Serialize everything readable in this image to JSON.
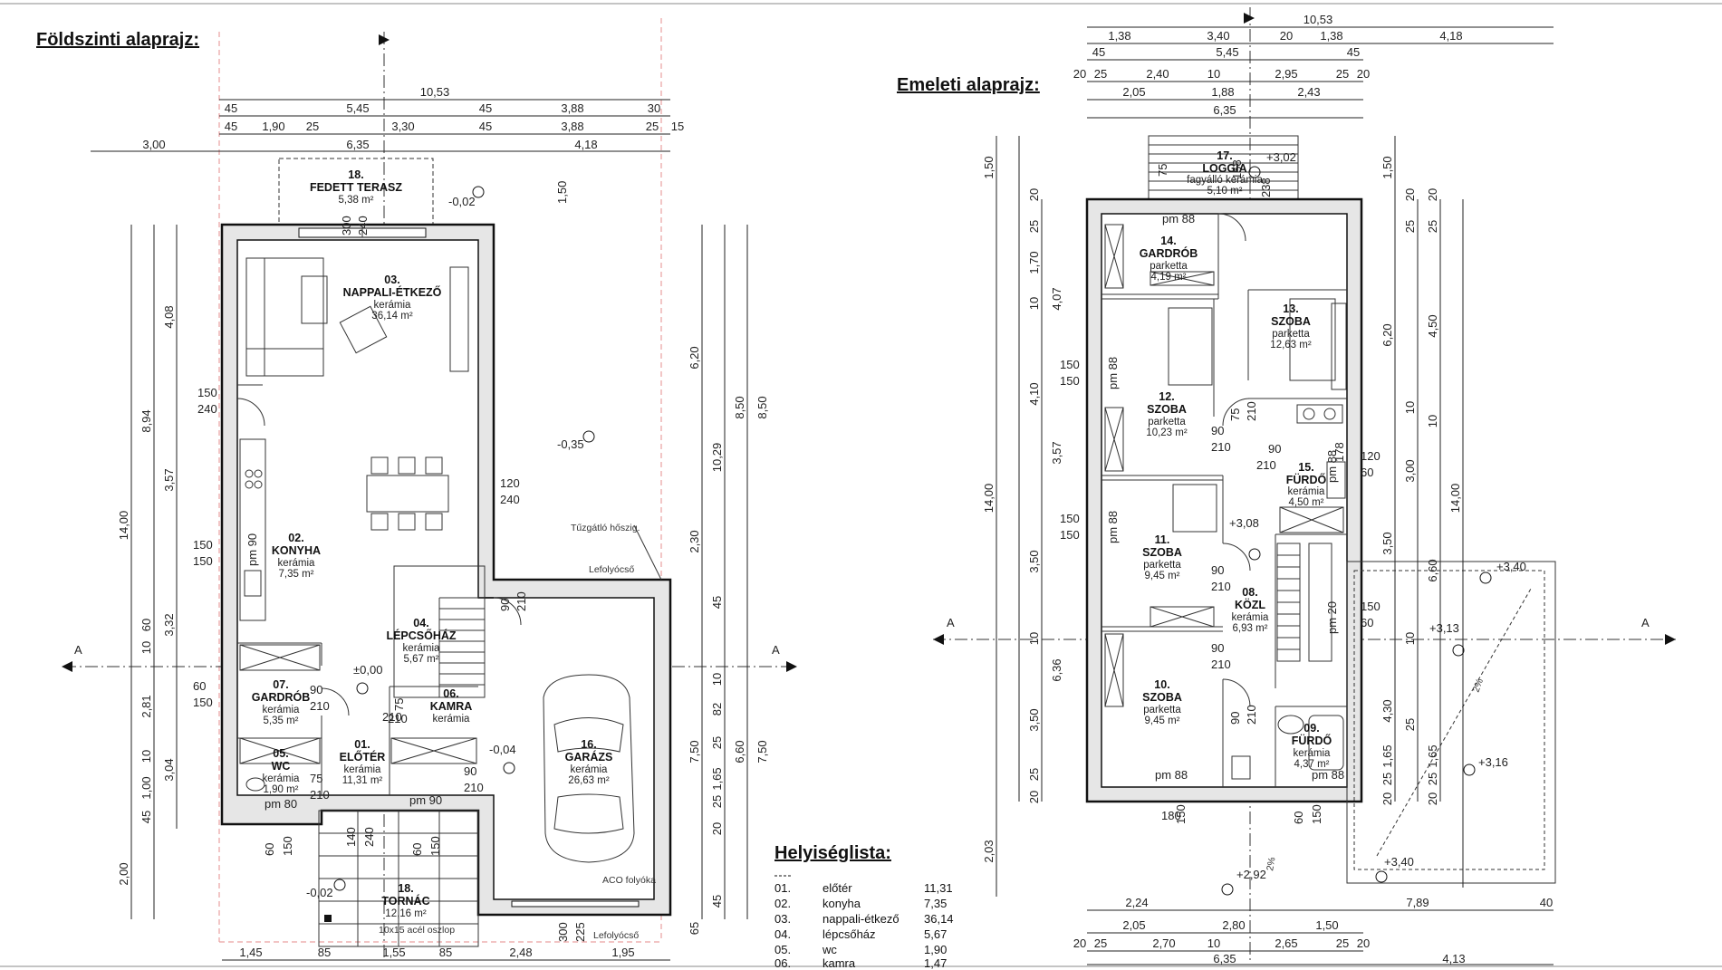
{
  "titles": {
    "ground": "Földszinti alaprajz:",
    "upper": "Emeleti alaprajz:",
    "list": "Helyiséglista:"
  },
  "section_marks": [
    "A",
    "A",
    "A",
    "A"
  ],
  "notes": {
    "fire_wall": "Tűzgátló hőszig.",
    "downpipe_1": "Lefolyócső",
    "downpipe_2": "Lefolyócső",
    "aco": "ACO folyóka",
    "steel_column": "10x15 acél oszlop"
  },
  "ground_floor": {
    "rooms": [
      {
        "num": "18.",
        "name": "FEDETT TERASZ",
        "area": "5,38 m²"
      },
      {
        "num": "03.",
        "name": "NAPPALI-ÉTKEZŐ",
        "finish": "kerámia",
        "area": "36,14 m²"
      },
      {
        "num": "02.",
        "name": "KONYHA",
        "finish": "kerámia",
        "area": "7,35 m²"
      },
      {
        "num": "04.",
        "name": "LÉPCSŐHÁZ",
        "finish": "kerámia",
        "area": "5,67 m²"
      },
      {
        "num": "07.",
        "name": "GARDRÓB",
        "finish": "kerámia",
        "area": "5,35 m²"
      },
      {
        "num": "06.",
        "name": "KAMRA",
        "finish": "kerámia",
        "area": ""
      },
      {
        "num": "01.",
        "name": "ELŐTÉR",
        "finish": "kerámia",
        "area": "11,31 m²"
      },
      {
        "num": "05.",
        "name": "WC",
        "finish": "kerámia",
        "area": "1,90 m²"
      },
      {
        "num": "16.",
        "name": "GARÁZS",
        "finish": "kerámia",
        "area": "26,63 m²"
      },
      {
        "num": "18.",
        "name": "TORNÁC",
        "area": "12,16 m²"
      }
    ],
    "levels": [
      "-0,02",
      "±0,00",
      "-0,35",
      "-0,04",
      "-0,02"
    ],
    "top_dims": {
      "total": "10,53",
      "row1": [
        "45",
        "5,45",
        "45",
        "3,88",
        "30"
      ],
      "row2": [
        "45",
        "1,90",
        "25",
        "3,30",
        "45",
        "3,88",
        "25",
        "15"
      ],
      "row3": [
        "3,00",
        "6,35",
        "4,18"
      ]
    },
    "left_dims": [
      "14,00",
      "8,94",
      "4,08",
      "3,57",
      "3,32",
      "2,81",
      "3,04",
      "2,00",
      "60",
      "10",
      "10",
      "1,00",
      "45"
    ],
    "right_dims": [
      "6,20",
      "10,29",
      "8,50",
      "8,50",
      "2,30",
      "45",
      "10",
      "82",
      "7,50",
      "6,60",
      "7,50",
      "1,65",
      "25",
      "25",
      "20",
      "45",
      "65"
    ],
    "bottom_dims": [
      "1,45",
      "85",
      "1,55",
      "85",
      "2,48",
      "1,95"
    ],
    "door_dims": [
      "150",
      "240",
      "120",
      "240",
      "150",
      "150",
      "60",
      "150",
      "90",
      "210",
      "75",
      "210",
      "90",
      "210",
      "90",
      "210",
      "210",
      "pm 90",
      "pm 90",
      "pm 80",
      "60",
      "150",
      "140",
      "240",
      "60",
      "150",
      "300",
      "225",
      "1,50",
      "300",
      "240",
      "75",
      "210"
    ]
  },
  "upper_floor": {
    "rooms": [
      {
        "num": "17.",
        "name": "LOGGIA",
        "finish": "fagyálló kerámia",
        "area": "5,10 m²"
      },
      {
        "num": "14.",
        "name": "GARDRÓB",
        "finish": "parketta",
        "area": "4,19 m²"
      },
      {
        "num": "13.",
        "name": "SZOBA",
        "finish": "parketta",
        "area": "12,63 m²"
      },
      {
        "num": "12.",
        "name": "SZOBA",
        "finish": "parketta",
        "area": "10,23 m²"
      },
      {
        "num": "15.",
        "name": "FÜRDŐ",
        "finish": "kerámia",
        "area": "4,50 m²"
      },
      {
        "num": "11.",
        "name": "SZOBA",
        "finish": "parketta",
        "area": "9,45 m²"
      },
      {
        "num": "08.",
        "name": "KÖZL",
        "finish": "kerámia",
        "area": "6,93 m²"
      },
      {
        "num": "10.",
        "name": "SZOBA",
        "finish": "parketta",
        "area": "9,45 m²"
      },
      {
        "num": "09.",
        "name": "FÜRDŐ",
        "finish": "kerámia",
        "area": "4,37 m²"
      }
    ],
    "levels": [
      "+3,02",
      "+3,08",
      "+3,40",
      "+3,13",
      "+3,16",
      "+3,40",
      "+2,92"
    ],
    "slopes": [
      "2%",
      "2%"
    ],
    "top_dims": {
      "total": "10,53",
      "row1": [
        "1,38",
        "3,40",
        "20",
        "1,38",
        "4,18"
      ],
      "row2": [
        "45",
        "5,45",
        "45"
      ],
      "row3": [
        "20",
        "25",
        "2,40",
        "10",
        "2,95",
        "25",
        "20"
      ],
      "row4": [
        "2,05",
        "1,88",
        "2,43"
      ],
      "row5": [
        "6,35"
      ]
    },
    "left_dims": [
      "1,50",
      "14,00",
      "20",
      "25",
      "1,70",
      "10",
      "4,10",
      "3,50",
      "10",
      "3,50",
      "25",
      "20",
      "2,03",
      "4,07",
      "3,57",
      "6,36"
    ],
    "right_dims": [
      "1,50",
      "20",
      "25",
      "6,20",
      "10",
      "3,00",
      "3,50",
      "6,60",
      "10",
      "4,30",
      "25",
      "1,65",
      "25",
      "20",
      "20",
      "25",
      "4,50",
      "10",
      "14,00",
      "1,65",
      "25",
      "20"
    ],
    "bottom_dims": {
      "row1": [
        "2,24",
        "7,89",
        "40"
      ],
      "row2": [
        "2,05",
        "2,80",
        "1,50"
      ],
      "row3": [
        "20",
        "25",
        "2,70",
        "10",
        "2,65",
        "25",
        "20"
      ],
      "row4": [
        "6,35",
        "4,13"
      ]
    },
    "door_dims": [
      "150",
      "150",
      "150",
      "150",
      "120",
      "60",
      "150",
      "60",
      "pm 88",
      "pm 88",
      "pm 88",
      "pm 88",
      "pm 88",
      "pm 88",
      "90",
      "210",
      "90",
      "210",
      "90",
      "210",
      "90",
      "210",
      "75",
      "210",
      "90",
      "210",
      "75",
      "158",
      "238",
      "178",
      "180",
      "150",
      "60",
      "150",
      "pm 20"
    ]
  },
  "room_list": [
    {
      "num": "01.",
      "name": "előtér",
      "area": "11,31"
    },
    {
      "num": "02.",
      "name": "konyha",
      "area": "7,35"
    },
    {
      "num": "03.",
      "name": "nappali-étkező",
      "area": "36,14"
    },
    {
      "num": "04.",
      "name": "lépcsőház",
      "area": "5,67"
    },
    {
      "num": "05.",
      "name": "wc",
      "area": "1,90"
    },
    {
      "num": "06.",
      "name": "kamra",
      "area": "1,47"
    }
  ],
  "colors": {
    "ink": "#111111",
    "wall_fill": "#e6e6e6",
    "fire_line": "#e9a0a0",
    "background": "#ffffff"
  }
}
